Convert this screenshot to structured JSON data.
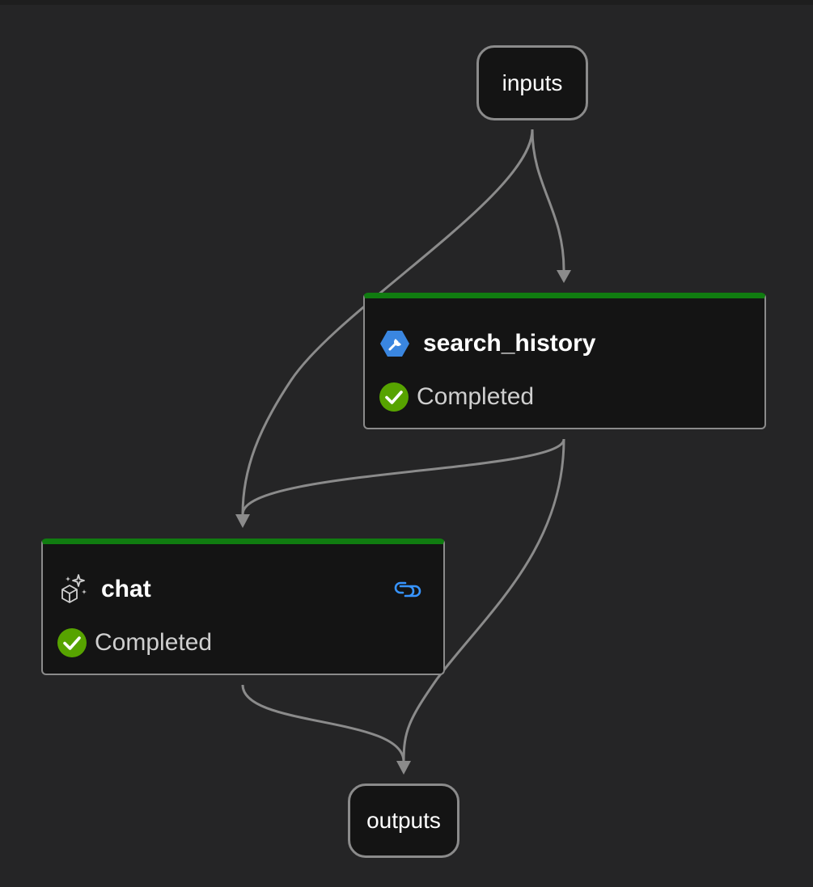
{
  "graph": {
    "inputs_label": "inputs",
    "outputs_label": "outputs",
    "nodes": [
      {
        "id": "search_history",
        "title": "search_history",
        "status": "Completed",
        "icon": "tool-wrench-icon",
        "accent": "#107c10"
      },
      {
        "id": "chat",
        "title": "chat",
        "status": "Completed",
        "icon": "llm-sparkle-cube-icon",
        "accent": "#107c10",
        "action_icon": "link-icon"
      }
    ],
    "edges": [
      {
        "from": "inputs",
        "to": "search_history"
      },
      {
        "from": "inputs",
        "to": "chat"
      },
      {
        "from": "search_history",
        "to": "chat"
      },
      {
        "from": "search_history",
        "to": "outputs"
      },
      {
        "from": "chat",
        "to": "outputs"
      }
    ]
  },
  "colors": {
    "background": "#252526",
    "node_fill": "#141414",
    "node_border": "#8b8b8b",
    "status_bar": "#107c10",
    "status_ok": "#57a300",
    "edge": "#8b8b8b",
    "link_icon": "#3794ff",
    "tool_icon": "#3a86e0"
  }
}
